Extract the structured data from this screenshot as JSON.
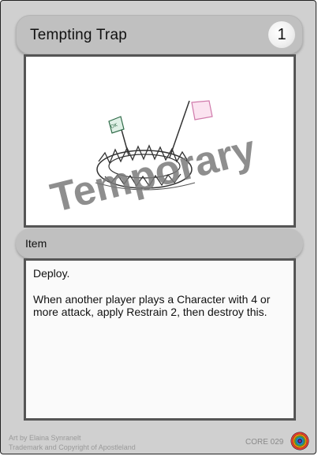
{
  "card": {
    "title": "Tempting Trap",
    "cost": "1",
    "watermark": "Temporary",
    "type": "Item",
    "rules": [
      "Deploy.",
      "When another player plays a Character with 4 or more attack, apply Restrain 2, then destroy this."
    ],
    "footer": {
      "artist": "Art by Elaina Synranelt",
      "trademark": "Trademark and Copyright of Apostleland",
      "set_code": "CORE 029"
    }
  },
  "icons": {
    "cost": "cost-circle-icon",
    "set_logo": "rainbow-swirl-icon"
  },
  "colors": {
    "frame": "#d0d0d0",
    "bar": "#c0c0c0",
    "border": "#555555",
    "watermark": "#7a7a7a"
  }
}
